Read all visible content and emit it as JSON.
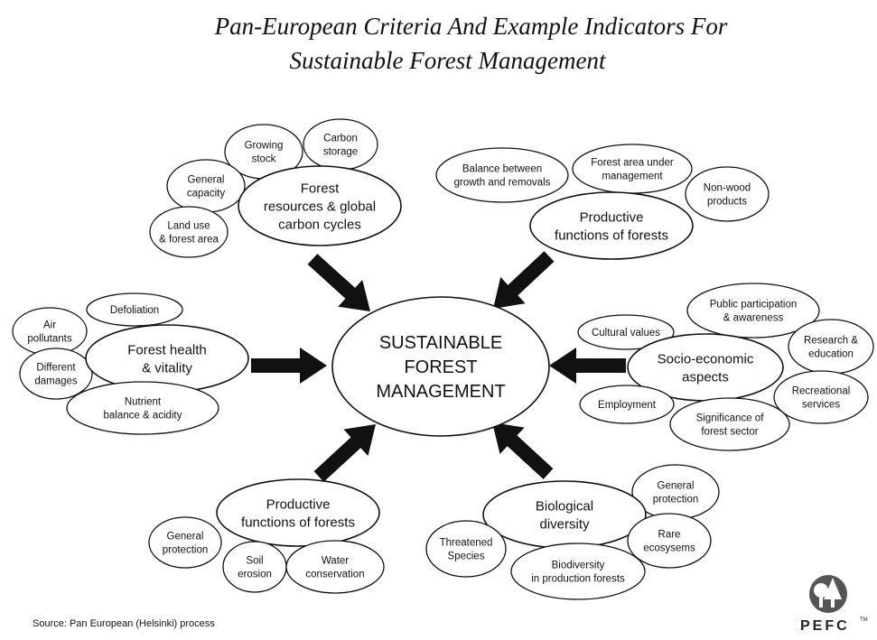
{
  "title": {
    "line1": "Pan-European Criteria And Example Indicators For",
    "line2": "Sustainable Forest Management"
  },
  "center": [
    "SUSTAINABLE",
    "FOREST",
    "MANAGEMENT"
  ],
  "criteria": {
    "forest_resources": [
      "Forest",
      "resources & global",
      "carbon cycles"
    ],
    "productive_top": [
      "Productive",
      "functions of forests"
    ],
    "forest_health": [
      "Forest health",
      "& vitality"
    ],
    "socio_economic": [
      "Socio-economic",
      "aspects"
    ],
    "productive_bottom": [
      "Productive",
      "functions of forests"
    ],
    "biological_diversity": [
      "Biological",
      "diversity"
    ]
  },
  "indicators": {
    "growing_stock": [
      "Growing",
      "stock"
    ],
    "carbon_storage": [
      "Carbon",
      "storage"
    ],
    "general_capacity": [
      "General",
      "capacity"
    ],
    "land_use": [
      "Land use",
      "& forest area"
    ],
    "balance_growth": [
      "Balance between",
      "growth and removals"
    ],
    "forest_area_mgmt": [
      "Forest area under",
      "management"
    ],
    "non_wood": [
      "Non-wood",
      "products"
    ],
    "defoliation": [
      "Defoliation"
    ],
    "air_pollutants": [
      "Air",
      "pollutants"
    ],
    "different_damages": [
      "Different",
      "damages"
    ],
    "nutrient_balance": [
      "Nutrient",
      "balance & acidity"
    ],
    "public_participation": [
      "Public participation",
      "& awareness"
    ],
    "cultural_values": [
      "Cultural values"
    ],
    "research_education": [
      "Research &",
      "education"
    ],
    "employment": [
      "Employment"
    ],
    "recreational_services": [
      "Recreational",
      "services"
    ],
    "significance_sector": [
      "Significance of",
      "forest sector"
    ],
    "general_protection_bl": [
      "General",
      "protection"
    ],
    "soil_erosion": [
      "Soil",
      "erosion"
    ],
    "water_conservation": [
      "Water",
      "conservation"
    ],
    "general_protection_br": [
      "General",
      "protection"
    ],
    "threatened_species": [
      "Threatened",
      "Species"
    ],
    "rare_ecosystems": [
      "Rare",
      "ecosysems"
    ],
    "biodiversity_production": [
      "Biodiversity",
      "in production forests"
    ]
  },
  "source": "Source: Pan European (Helsinki) process",
  "logo": {
    "text": "PEFC",
    "tm": "TM"
  }
}
